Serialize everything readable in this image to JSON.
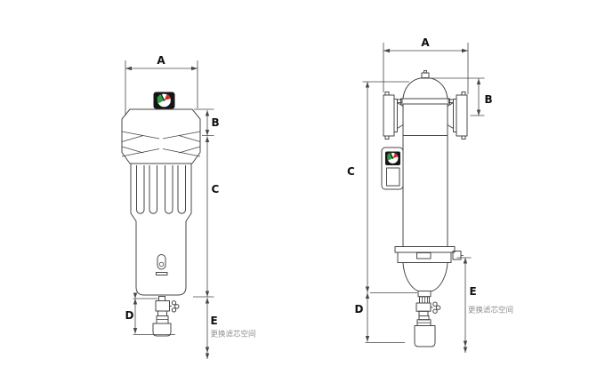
{
  "colors": {
    "background": "#ffffff",
    "line": "#474747",
    "label": "#101010",
    "note": "#8e8e8e",
    "gauge_bezel": "#151515",
    "gauge_dial": "#ffffff",
    "gauge_green": "#2f9e41",
    "gauge_red": "#d12a1e"
  },
  "left_diagram": {
    "dim_a": "A",
    "dim_b": "B",
    "dim_c": "C",
    "dim_d": "D",
    "dim_e": "E",
    "note": "更换滤芯空间"
  },
  "right_diagram": {
    "dim_a": "A",
    "dim_b": "B",
    "dim_c": "C",
    "dim_d": "D",
    "dim_e": "E",
    "note": "更换滤芯空间"
  }
}
